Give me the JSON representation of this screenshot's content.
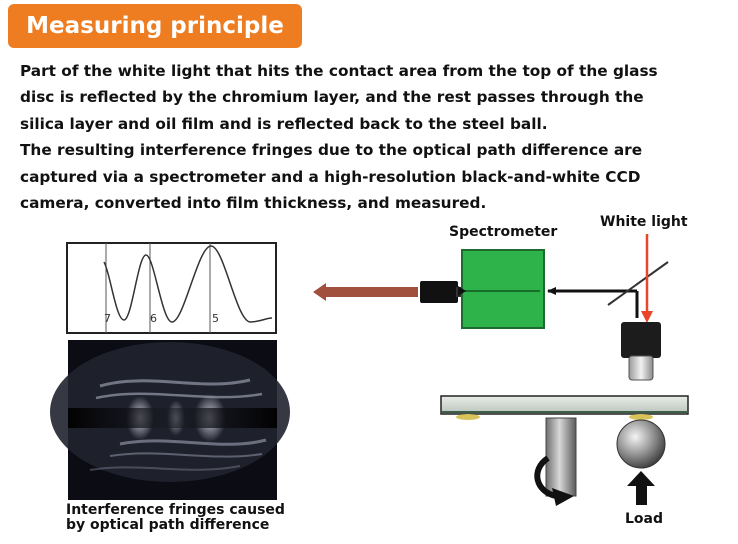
{
  "heading": "Measuring principle",
  "description": [
    "Part of the white light that hits the contact area from the top of the glass",
    "disc is reflected by the chromium layer, and the rest passes through the",
    "silica layer and oil film and is reflected back to the steel ball.",
    "The resulting interference fringes due to the optical path difference are",
    "captured via a spectrometer and a high-resolution black-and-white CCD",
    "camera, converted into film thickness, and measured."
  ],
  "labels": {
    "spectrometer": "Spectrometer",
    "white_light": "White light",
    "load": "Load",
    "fringes_caption_line1": "Interference fringes caused",
    "fringes_caption_line2": "by optical path difference"
  },
  "fringe_orders": [
    "7",
    "6",
    "5"
  ],
  "colors": {
    "heading_bg": "#ee7d22",
    "spectrometer_body": "#2db34a",
    "white_light_arrow": "#e8452a",
    "output_arrow": "#a0503c"
  }
}
